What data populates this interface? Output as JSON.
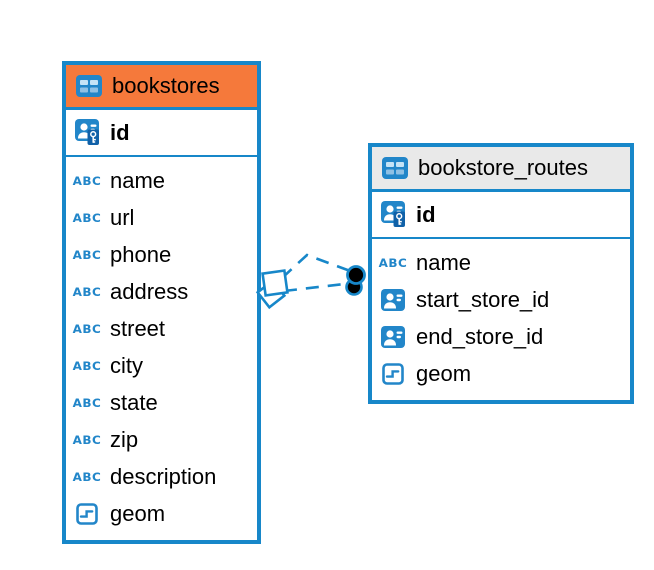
{
  "diagram": {
    "icons": {
      "text_type_label": "ABC"
    },
    "colors": {
      "accent_blue": "#1787C9",
      "header_orange": "#F5793B",
      "header_gray": "#E9E9E9",
      "icon_blue": "#2286C9",
      "icon_cell_light": "#C5E3F6",
      "icon_cell_medium": "#8FC0E4",
      "key_badge_blue": "#1061A8",
      "endpoint_black": "#000000"
    },
    "tables": [
      {
        "name": "bookstores",
        "primary_key": "id",
        "fields": [
          {
            "name": "name",
            "type": "text"
          },
          {
            "name": "url",
            "type": "text"
          },
          {
            "name": "phone",
            "type": "text"
          },
          {
            "name": "address",
            "type": "text"
          },
          {
            "name": "street",
            "type": "text"
          },
          {
            "name": "city",
            "type": "text"
          },
          {
            "name": "state",
            "type": "text"
          },
          {
            "name": "zip",
            "type": "text"
          },
          {
            "name": "description",
            "type": "text"
          },
          {
            "name": "geom",
            "type": "geometry"
          }
        ]
      },
      {
        "name": "bookstore_routes",
        "primary_key": "id",
        "fields": [
          {
            "name": "name",
            "type": "text"
          },
          {
            "name": "start_store_id",
            "type": "reference"
          },
          {
            "name": "end_store_id",
            "type": "reference"
          },
          {
            "name": "geom",
            "type": "geometry"
          }
        ]
      }
    ],
    "relationships": [
      {
        "from": "bookstores",
        "to": "bookstore_routes",
        "line_style": "dashed"
      },
      {
        "from": "bookstores",
        "to": "bookstore_routes",
        "line_style": "dashed"
      }
    ]
  }
}
